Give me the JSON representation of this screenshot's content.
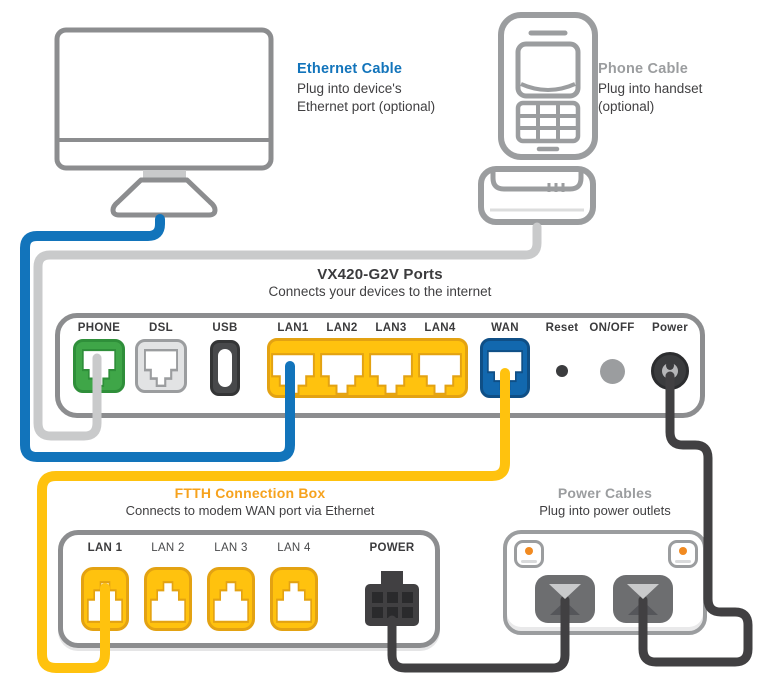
{
  "notes": {
    "ethernet": {
      "title": "Ethernet Cable",
      "lines": [
        "Plug into device's",
        "Ethernet port (optional)"
      ]
    },
    "phone": {
      "title": "Phone Cable",
      "lines": [
        "Plug into handset",
        "(optional)"
      ]
    }
  },
  "router": {
    "title": "VX420-G2V Ports",
    "subtitle": "Connects your devices to the internet",
    "port_labels": [
      "PHONE",
      "DSL",
      "USB",
      "LAN1",
      "LAN2",
      "LAN3",
      "LAN4",
      "WAN",
      "Reset",
      "ON/OFF",
      "Power"
    ]
  },
  "ftth": {
    "title": "FTTH Connection Box",
    "subtitle": "Connects to modem WAN port via Ethernet",
    "port_labels": [
      "LAN 1",
      "LAN 2",
      "LAN 3",
      "LAN 4",
      "POWER"
    ]
  },
  "power_strip": {
    "title": "Power Cables",
    "subtitle": "Plug into power outlets"
  },
  "colors": {
    "ethernet_blue": "#1274bb",
    "phone_cable_gray": "#c9cacb",
    "lan_yellow": "#ffc20e",
    "wan_blue": "#1268ae",
    "phone_port_green": "#3fa648",
    "power_cable_charcoal": "#414042",
    "outline_gray": "#8c8d8f",
    "heading_gray": "#9b9d9f",
    "ftth_orange": "#f6a21d",
    "text_dark": "#3b3b3d",
    "led_orange": "#f18a21"
  }
}
